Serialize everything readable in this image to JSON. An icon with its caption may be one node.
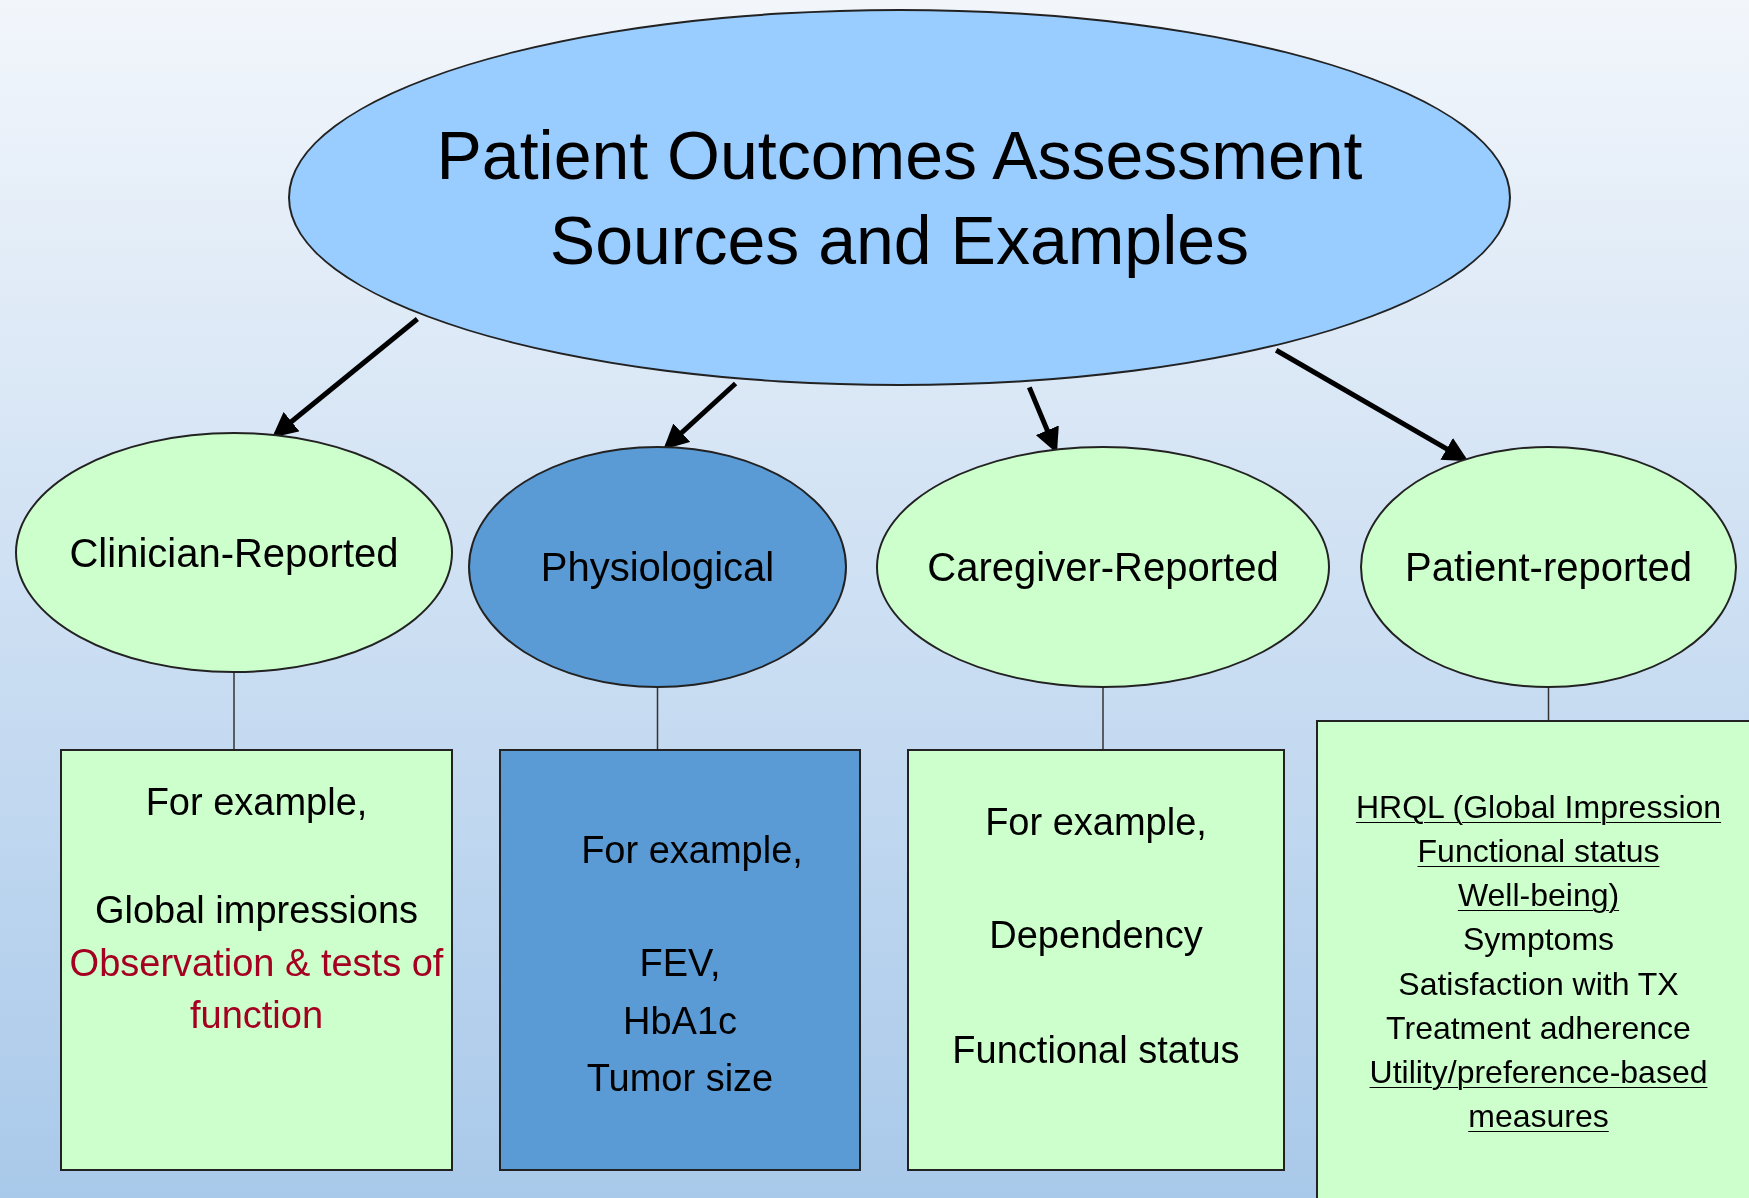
{
  "diagram": {
    "nodes": [
      {
        "text": [
          "Patient Outcomes Assessment Sources and Examples"
        ]
      },
      {
        "text": [
          "Clinician-Reported"
        ]
      },
      {
        "text": [
          "Physiological"
        ]
      },
      {
        "text": [
          "Caregiver-Reported"
        ]
      },
      {
        "text": [
          "Patient-reported"
        ]
      },
      {
        "text": [
          "For example,",
          "Global impressions",
          "Observation & tests of function"
        ]
      },
      {
        "text": [
          "For example,",
          "FEV,",
          "HbA1c",
          "Tumor size"
        ]
      },
      {
        "text": [
          "For example,",
          "Dependency",
          "Functional status"
        ]
      },
      {
        "text": [
          "HRQL (Global Impression",
          "Functional status",
          "Well-being)",
          "Symptoms",
          "Satisfaction with TX",
          "Treatment adherence",
          "Utility/preference-based measures"
        ]
      }
    ],
    "edges": [
      {
        "from": 0,
        "to": 1,
        "arrow": "to",
        "style": "thick"
      },
      {
        "from": 0,
        "to": 2,
        "arrow": "to",
        "style": "thick"
      },
      {
        "from": 0,
        "to": 3,
        "arrow": "to",
        "style": "thick"
      },
      {
        "from": 0,
        "to": 4,
        "arrow": "to",
        "style": "thick"
      },
      {
        "from": 1,
        "to": 5,
        "arrow": "none"
      },
      {
        "from": 2,
        "to": 6,
        "arrow": "none"
      },
      {
        "from": 3,
        "to": 7,
        "arrow": "none"
      },
      {
        "from": 4,
        "to": 8,
        "arrow": "none"
      }
    ]
  }
}
